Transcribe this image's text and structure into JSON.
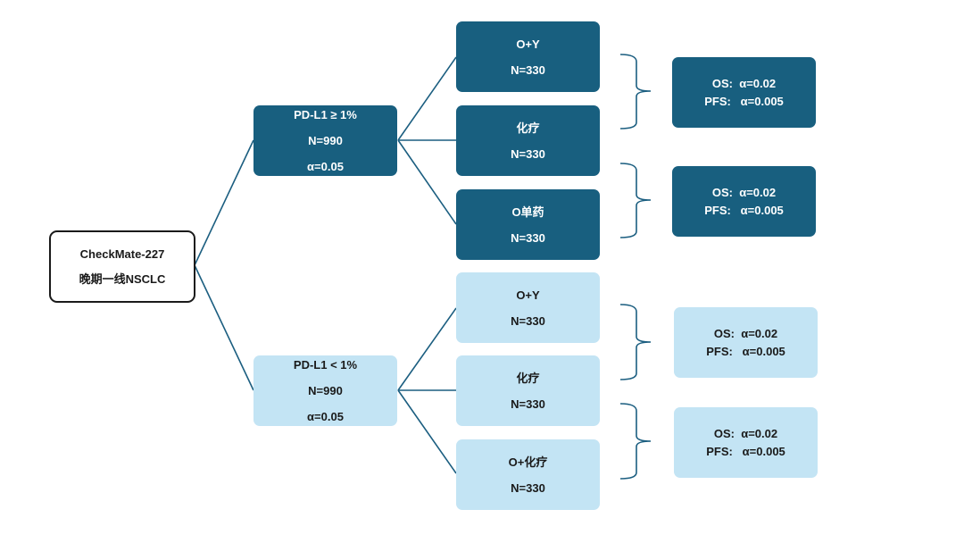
{
  "diagram": {
    "root": {
      "title": "CheckMate-227",
      "subtitle": "晚期一线NSCLC"
    },
    "groups": [
      {
        "theme": "dark",
        "label": "PD-L1 ≥ 1%",
        "n": "N=990",
        "alpha": "α=0.05",
        "arms": [
          {
            "name": "O+Y",
            "n": "N=330"
          },
          {
            "name": "化疗",
            "n": "N=330"
          },
          {
            "name": "O单药",
            "n": "N=330"
          }
        ],
        "comparisons": [
          {
            "os": "OS:  α=0.02",
            "pfs": "PFS:   α=0.005"
          },
          {
            "os": "OS:  α=0.02",
            "pfs": "PFS:   α=0.005"
          }
        ]
      },
      {
        "theme": "light",
        "label": "PD-L1 < 1%",
        "n": "N=990",
        "alpha": "α=0.05",
        "arms": [
          {
            "name": "O+Y",
            "n": "N=330"
          },
          {
            "name": "化疗",
            "n": "N=330"
          },
          {
            "name": "O+化疗",
            "n": "N=330"
          }
        ],
        "comparisons": [
          {
            "os": "OS:  α=0.02",
            "pfs": "PFS:   α=0.005"
          },
          {
            "os": "OS:  α=0.02",
            "pfs": "PFS:   α=0.005"
          }
        ]
      }
    ]
  },
  "colors": {
    "dark_box": "#185f7f",
    "light_box": "#c3e4f4",
    "connector": "#1b5e80",
    "root_border": "#1a1a1a"
  }
}
